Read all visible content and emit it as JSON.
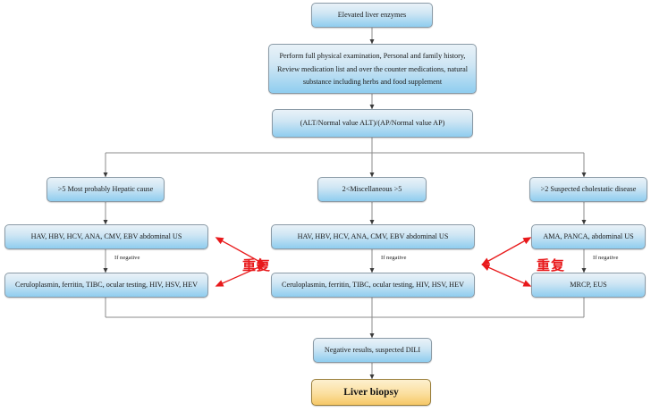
{
  "diagram": {
    "title": "Elevated liver enzymes diagnostic algorithm",
    "colors": {
      "box_fill_top": "#e9f2f8",
      "box_fill_bottom": "#8fcdef",
      "box_border": "#8a9aa6",
      "terminal_fill_top": "#fdf0cf",
      "terminal_fill_bottom": "#f6c867",
      "terminal_border": "#9a7f3c",
      "connector": "#808080",
      "annotation_red": "#e8191b"
    }
  },
  "nodes": {
    "start": "Elevated liver enzymes",
    "workup": {
      "line1": "Perform full physical examination, Personal and family history,",
      "line2": "Review medication list and over the counter medications, natural",
      "line3": "substance including herbs and food supplement"
    },
    "ratio": "(ALT/Normal value ALT)/(AP/Normal value AP)",
    "branch_left": ">5 Most probably Hepatic cause",
    "branch_middle": "2<Miscellaneous >5",
    "branch_right": ">2 Suspected cholestatic disease",
    "tests_left": "HAV, HBV, HCV, ANA, CMV, EBV abdominal US",
    "tests_middle": "HAV, HBV, HCV, ANA, CMV, EBV abdominal US",
    "tests_right": "AMA, PANCA, abdominal US",
    "second_left": "Ceruloplasmin, ferritin, TIBC, ocular testing, HIV, HSV, HEV",
    "second_middle": "Ceruloplasmin, ferritin, TIBC, ocular testing, HIV, HSV, HEV",
    "second_right": "MRCP, EUS",
    "negative": "Negative results, suspected DILI",
    "biopsy": "Liver biopsy"
  },
  "edge_labels": {
    "if_negative_left": "If negative",
    "if_negative_middle": "If negative",
    "if_negative_right": "If negative"
  },
  "annotations": {
    "repeat_left": "重复",
    "repeat_right": "重复"
  }
}
